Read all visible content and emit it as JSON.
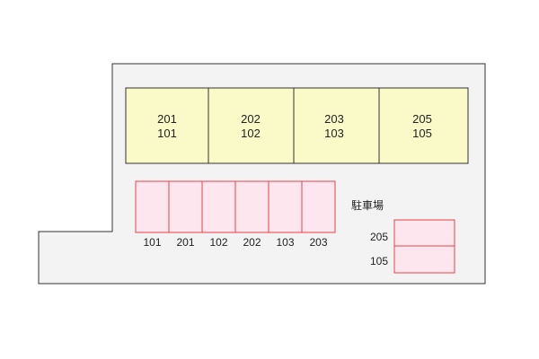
{
  "site": {
    "building_units": [
      {
        "upper": "201",
        "lower": "101"
      },
      {
        "upper": "202",
        "lower": "102"
      },
      {
        "upper": "203",
        "lower": "103"
      },
      {
        "upper": "205",
        "lower": "105"
      }
    ],
    "parking": {
      "title": "駐車場",
      "row_slots": [
        "101",
        "201",
        "102",
        "202",
        "103",
        "203"
      ],
      "side_slots": [
        "205",
        "105"
      ]
    },
    "colors": {
      "lot_fill": "#f3f3f3",
      "lot_border": "#333333",
      "building_fill": "#fafac8",
      "building_border": "#333333",
      "slot_fill": "#fde6ee",
      "slot_border": "#e8414a"
    }
  }
}
